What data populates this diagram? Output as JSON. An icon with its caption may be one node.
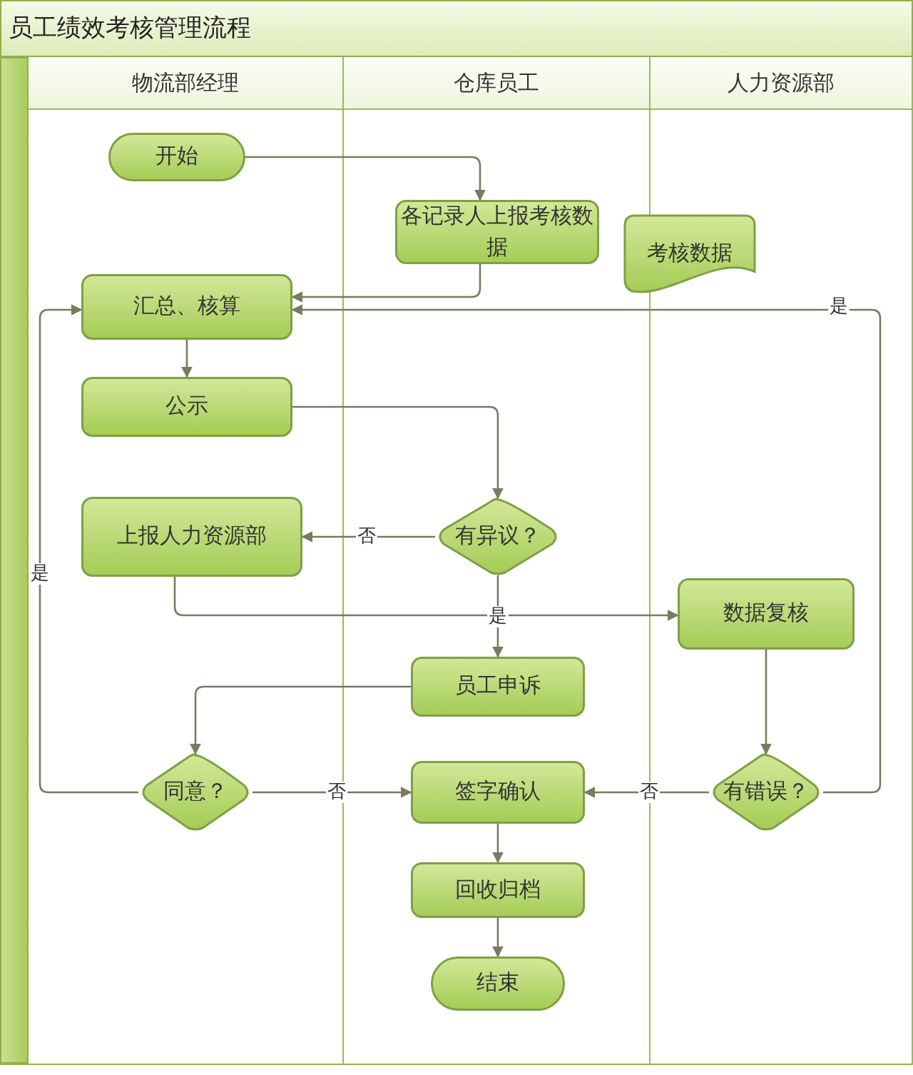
{
  "diagram": {
    "title": "员工绩效考核管理流程",
    "nodes": [
      {
        "text": [
          "物流部经理"
        ]
      },
      {
        "text": [
          "仓库员工"
        ]
      },
      {
        "text": [
          "人力资源部"
        ]
      },
      {
        "text": [
          "开始"
        ],
        "in": 0
      },
      {
        "text": [
          "各记录人上报考核数据"
        ],
        "in": 1
      },
      {
        "text": [
          "考核数据"
        ]
      },
      {
        "text": [
          "汇总、核算"
        ],
        "in": 0
      },
      {
        "text": [
          "公示"
        ],
        "in": 0
      },
      {
        "text": [
          "有异议？"
        ],
        "in": 1
      },
      {
        "text": [
          "上报人力资源部"
        ],
        "in": 0
      },
      {
        "text": [
          "数据复核"
        ],
        "in": 2
      },
      {
        "text": [
          "员工申诉"
        ],
        "in": 1
      },
      {
        "text": [
          "同意？"
        ],
        "in": 0
      },
      {
        "text": [
          "签字确认"
        ],
        "in": 1
      },
      {
        "text": [
          "有错误？"
        ],
        "in": 2
      },
      {
        "text": [
          "回收归档"
        ],
        "in": 1
      },
      {
        "text": [
          "结束"
        ],
        "in": 1
      }
    ],
    "edges": [
      {
        "from": 3,
        "to": 4,
        "arrow": "to"
      },
      {
        "from": 4,
        "to": 6,
        "arrow": "to"
      },
      {
        "from": 14,
        "to": 6,
        "arrow": "to",
        "label": "是"
      },
      {
        "from": 6,
        "to": 7,
        "arrow": "to"
      },
      {
        "from": 7,
        "to": 8,
        "arrow": "to"
      },
      {
        "from": 8,
        "to": 9,
        "arrow": "to",
        "label": "否"
      },
      {
        "from": 9,
        "to": 10,
        "arrow": "to"
      },
      {
        "from": 8,
        "to": 11,
        "arrow": "to",
        "label": "是"
      },
      {
        "from": 10,
        "to": 14,
        "arrow": "to"
      },
      {
        "from": 11,
        "to": 12,
        "arrow": "to"
      },
      {
        "from": 12,
        "to": 6,
        "arrow": "to",
        "label": "是"
      },
      {
        "from": 12,
        "to": 13,
        "arrow": "to",
        "label": "否"
      },
      {
        "from": 14,
        "to": 13,
        "arrow": "to",
        "label": "否"
      },
      {
        "from": 13,
        "to": 15,
        "arrow": "to"
      },
      {
        "from": 15,
        "to": 16,
        "arrow": "to"
      }
    ]
  }
}
